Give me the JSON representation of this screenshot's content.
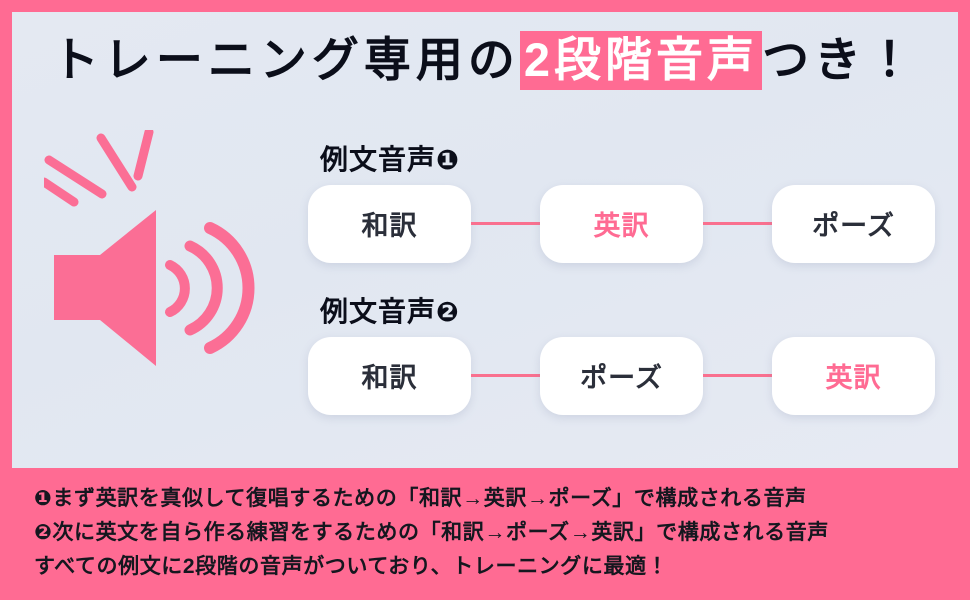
{
  "headline": {
    "before": "トレーニング専用の",
    "highlight": "2段階音声",
    "after": "つき！"
  },
  "illustration": {
    "icon_name": "speaker-with-soundwaves-icon",
    "color": "#ff6b93"
  },
  "flows": [
    {
      "label_text": "例文音声",
      "label_badge": "❶",
      "steps": [
        {
          "label": "和訳",
          "accent": false
        },
        {
          "label": "英訳",
          "accent": true
        },
        {
          "label": "ポーズ",
          "accent": false
        }
      ]
    },
    {
      "label_text": "例文音声",
      "label_badge": "❷",
      "steps": [
        {
          "label": "和訳",
          "accent": false
        },
        {
          "label": "ポーズ",
          "accent": false
        },
        {
          "label": "英訳",
          "accent": true
        }
      ]
    }
  ],
  "notes": [
    "❶まず英訳を真似して復唱するための「和訳→英訳→ポーズ」で構成される音声",
    "❷次に英文を自ら作る練習をするための「和訳→ポーズ→英訳」で構成される音声",
    "すべての例文に2段階の音声がついており、トレーニングに最適！"
  ],
  "colors": {
    "pink": "#ff6b93",
    "panel_bg": "#e2e8f0",
    "text_dark": "#0b0e1a",
    "node_bg": "#ffffff",
    "connector": "#f9708f"
  }
}
